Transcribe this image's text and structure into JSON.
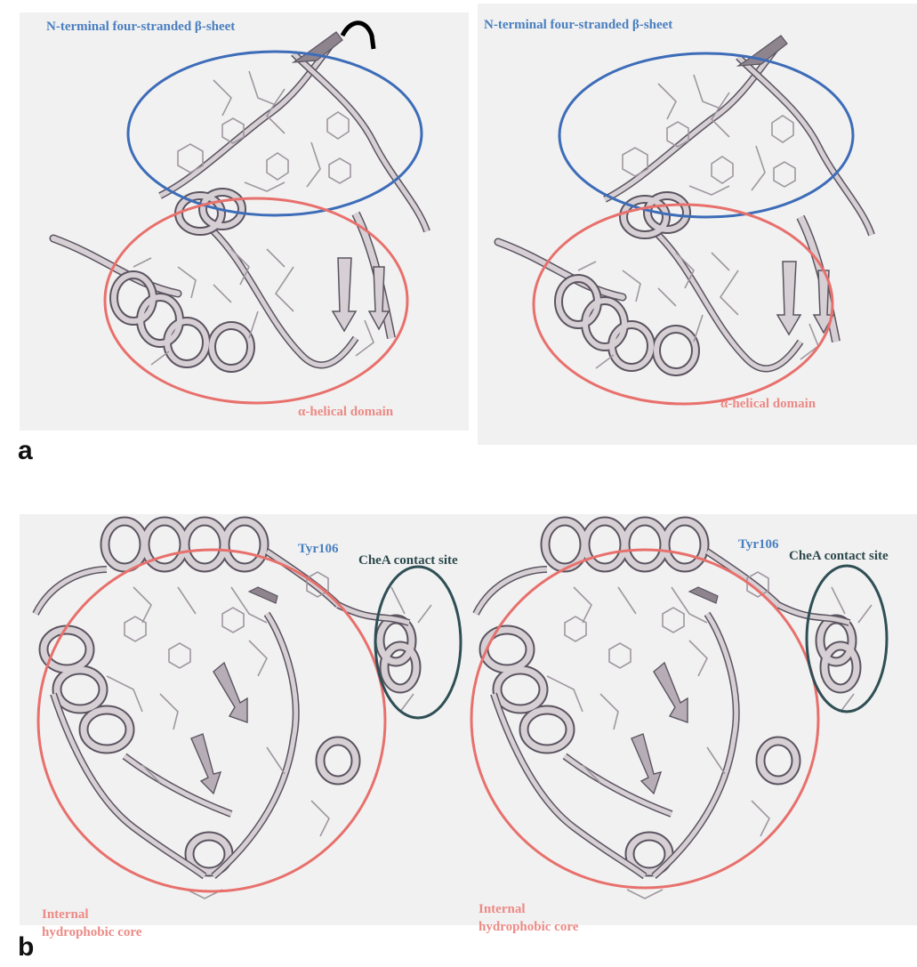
{
  "panel_a": {
    "letter": "a",
    "left_view": {
      "top_label": "N-terminal four-stranded β-sheet",
      "bottom_label": "α-helical domain"
    },
    "right_view": {
      "top_label": "N-terminal four-stranded β-sheet",
      "bottom_label": "α-helical domain"
    }
  },
  "panel_b": {
    "letter": "b",
    "left_view": {
      "residue_label": "Tyr106",
      "contact_label": "CheA contact site",
      "core_label_line1": "Internal",
      "core_label_line2": "hydrophobic core"
    },
    "right_view": {
      "residue_label": "Tyr106",
      "contact_label": "CheA contact site",
      "core_label_line1": "Internal",
      "core_label_line2": "hydrophobic core"
    }
  },
  "colors": {
    "beta_sheet_ellipse": "#3d6cb8",
    "helical_domain_ellipse": "#e8706c",
    "contact_site_ellipse": "#2f4f55",
    "ribbon": "#d6cfd4",
    "ribbon_edge": "#5b5460"
  }
}
